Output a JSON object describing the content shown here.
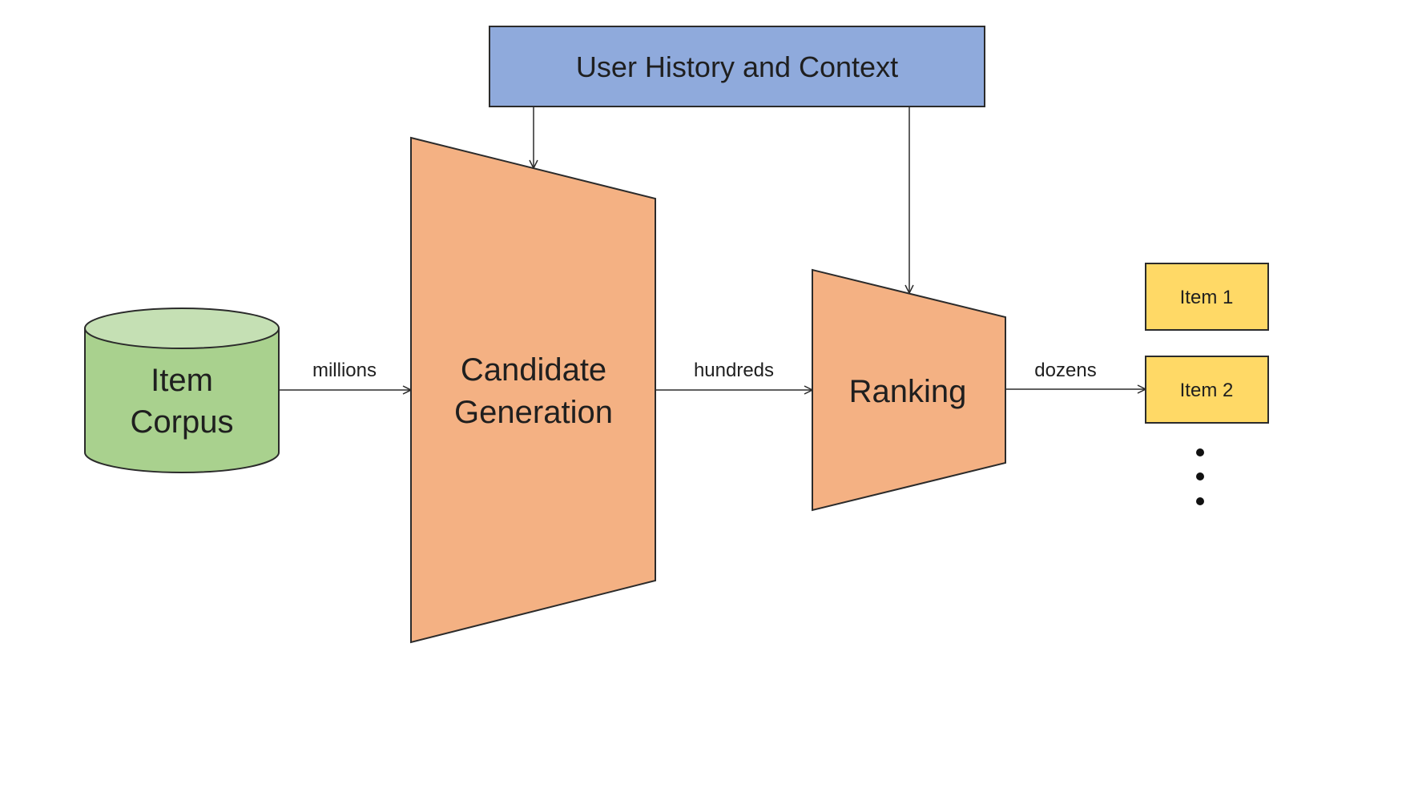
{
  "nodes": {
    "user_context": {
      "label": "User History and Context",
      "color": "#8faadc"
    },
    "item_corpus": {
      "lines": [
        "Item",
        "Corpus"
      ],
      "color": "#a9d18e",
      "top_color": "#c5e0b4"
    },
    "candidate_generation": {
      "lines": [
        "Candidate",
        "Generation"
      ],
      "color": "#f4b183"
    },
    "ranking": {
      "label": "Ranking",
      "color": "#f4b183"
    },
    "output_items": [
      {
        "label": "Item 1",
        "color": "#ffd966"
      },
      {
        "label": "Item 2",
        "color": "#ffd966"
      }
    ],
    "ellipsis_icon": "vertical-ellipsis-icon"
  },
  "edges": {
    "corpus_to_candidates": "millions",
    "candidates_to_ranking": "hundreds",
    "ranking_to_items": "dozens"
  }
}
